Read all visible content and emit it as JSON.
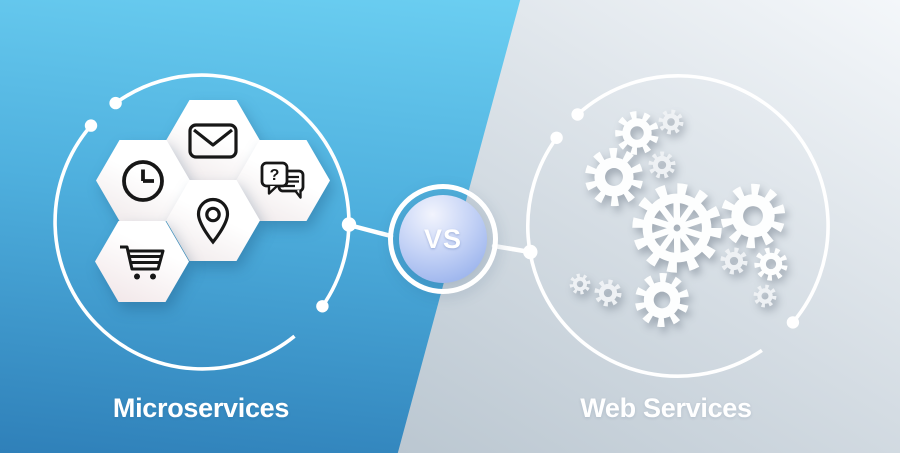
{
  "badge": {
    "label": "VS"
  },
  "left_section": {
    "label": "Microservices",
    "background": {
      "top_color": "#70d4f5",
      "bottom_color": "#2f80b9"
    },
    "hexagon_icons": [
      "mail-icon",
      "clock-icon",
      "chat-question-icon",
      "location-pin-icon",
      "shopping-cart-icon"
    ]
  },
  "right_section": {
    "label": "Web Services",
    "background": {
      "top_color": "#f4f7fa",
      "bottom_color": "#a9b8c4"
    },
    "illustration": "gears-cluster"
  },
  "decor": {
    "ring_color": "#ffffff",
    "icon_stroke_color": "#171717",
    "vs_circle_gradient_top": "#f2f4fd",
    "vs_circle_gradient_bottom": "#8aa7e9"
  }
}
